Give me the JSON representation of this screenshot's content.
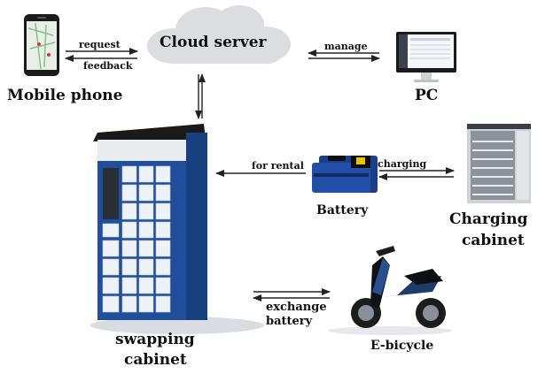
{
  "cloud": {
    "label": "Cloud server"
  },
  "mobile": {
    "label": "Mobile phone"
  },
  "pc": {
    "label": "PC"
  },
  "battery": {
    "label": "Battery"
  },
  "charging_cabinet": {
    "line1": "Charging",
    "line2": "cabinet"
  },
  "swapping_cabinet": {
    "line1": "swapping",
    "line2": "cabinet"
  },
  "ebike": {
    "label": "E-bicycle"
  },
  "arrows": {
    "request": "request",
    "feedback": "feedback",
    "manage": "manage",
    "for_rental": "for rental",
    "charging": "charging",
    "exchange": "exchange",
    "battery": "battery"
  },
  "colors": {
    "cabinet_blue": "#1f4f9a",
    "battery_blue": "#1a3f86",
    "cloud_grey": "#dcdde0"
  }
}
